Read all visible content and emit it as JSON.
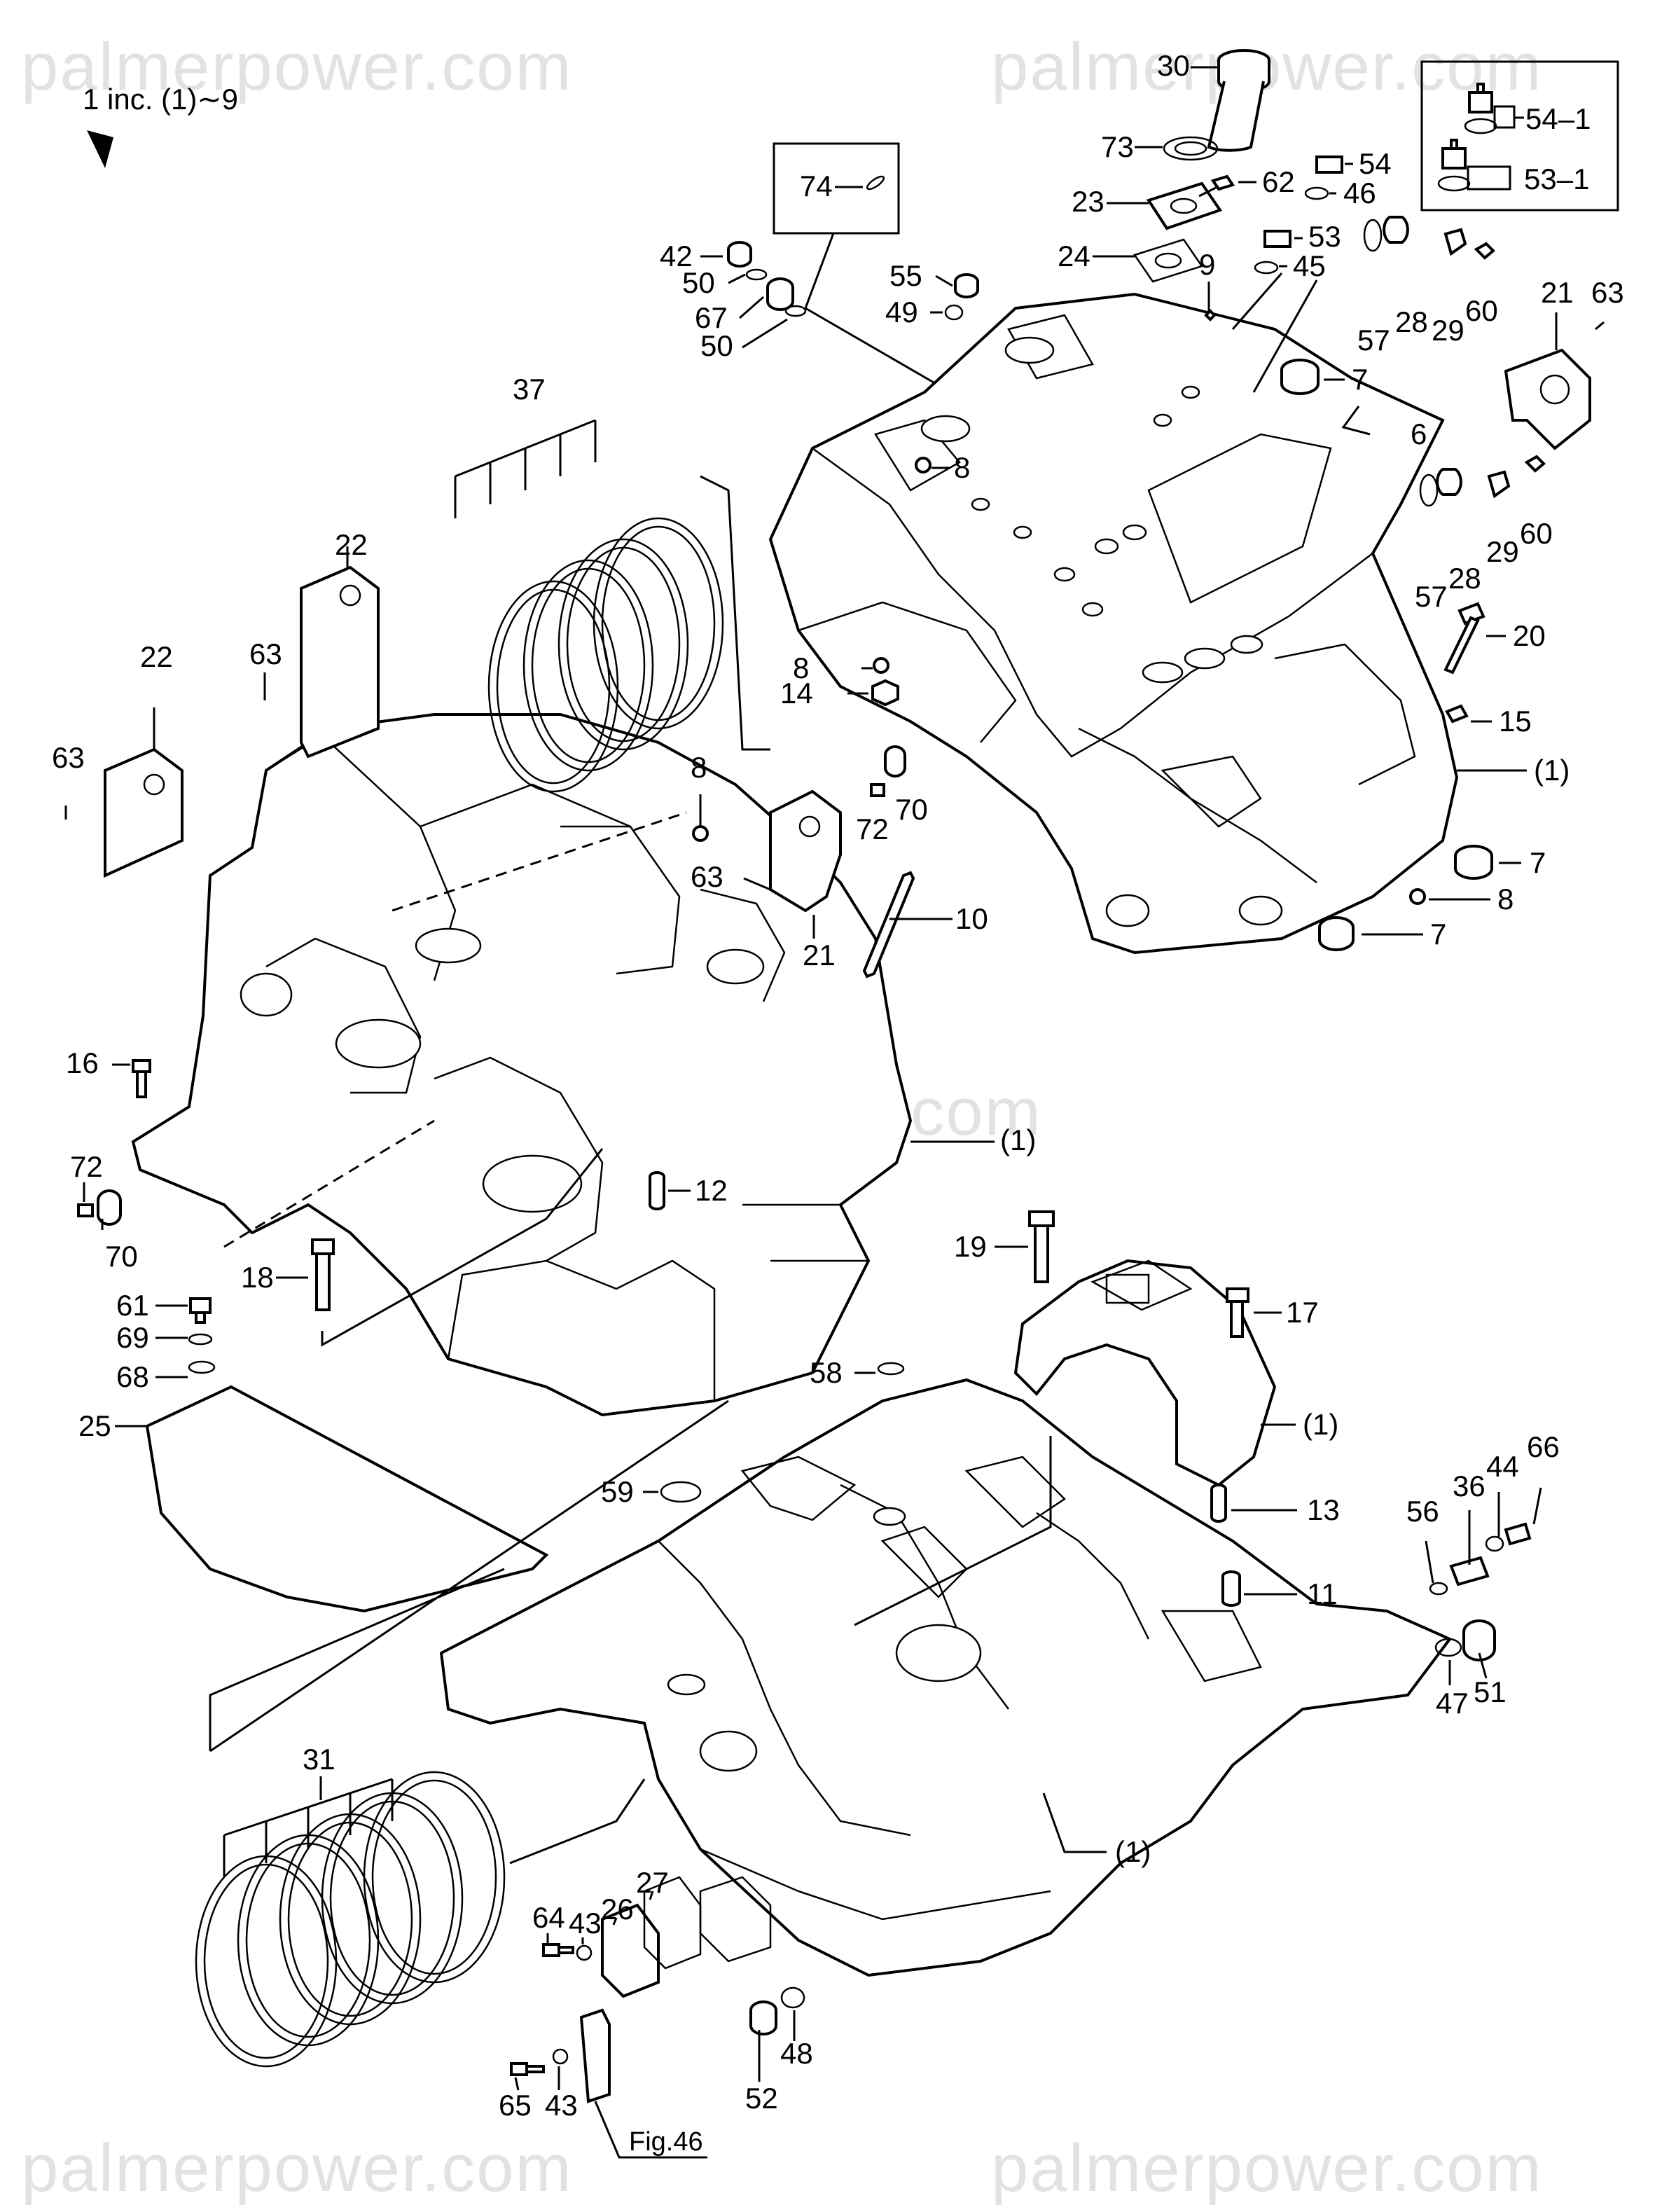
{
  "watermark": "palmerpower.com",
  "header_note": "1 inc. (1)∼9",
  "inset_74": "74",
  "inset_set": [
    "54–1",
    "53–1"
  ],
  "fig_ref": "Fig.46",
  "callouts": {
    "c30": "30",
    "c73": "73",
    "c23": "23",
    "c24": "24",
    "c62": "62",
    "c54": "54",
    "c46": "46",
    "c53": "53",
    "c45": "45",
    "c9": "9",
    "c28a": "28",
    "c29a": "29",
    "c60a": "60",
    "c57a": "57",
    "c21a": "21",
    "c63a": "63",
    "c7a": "7",
    "c6": "6",
    "c57b": "57",
    "c28b": "28",
    "c29b": "29",
    "c60b": "60",
    "c20": "20",
    "c15": "15",
    "c1a": "(1)",
    "c7b": "7",
    "c8c": "8",
    "c7c": "7",
    "c42": "42",
    "c50a": "50",
    "c67": "67",
    "c50b": "50",
    "c55": "55",
    "c49": "49",
    "c8a": "8",
    "c37": "37",
    "c8b": "8",
    "c14": "14",
    "c22a": "22",
    "c63b": "63",
    "c22b": "22",
    "c63c": "63",
    "c8d": "8",
    "c70a": "70",
    "c72a": "72",
    "c63d": "63",
    "c21b": "21",
    "c10": "10",
    "c16": "16",
    "c72b": "72",
    "c70b": "70",
    "c1b": "(1)",
    "c12": "12",
    "c18": "18",
    "c61": "61",
    "c69": "69",
    "c68": "68",
    "c25": "25",
    "c19": "19",
    "c17": "17",
    "c1c": "(1)",
    "c58": "58",
    "c59": "59",
    "c13": "13",
    "c11": "11",
    "c56": "56",
    "c36": "36",
    "c44": "44",
    "c66": "66",
    "c47": "47",
    "c51": "51",
    "c31": "31",
    "c64": "64",
    "c43a": "43",
    "c26": "26",
    "c27": "27",
    "c43b": "43",
    "c65": "65",
    "c52": "52",
    "c48": "48",
    "c1d": "(1)"
  }
}
